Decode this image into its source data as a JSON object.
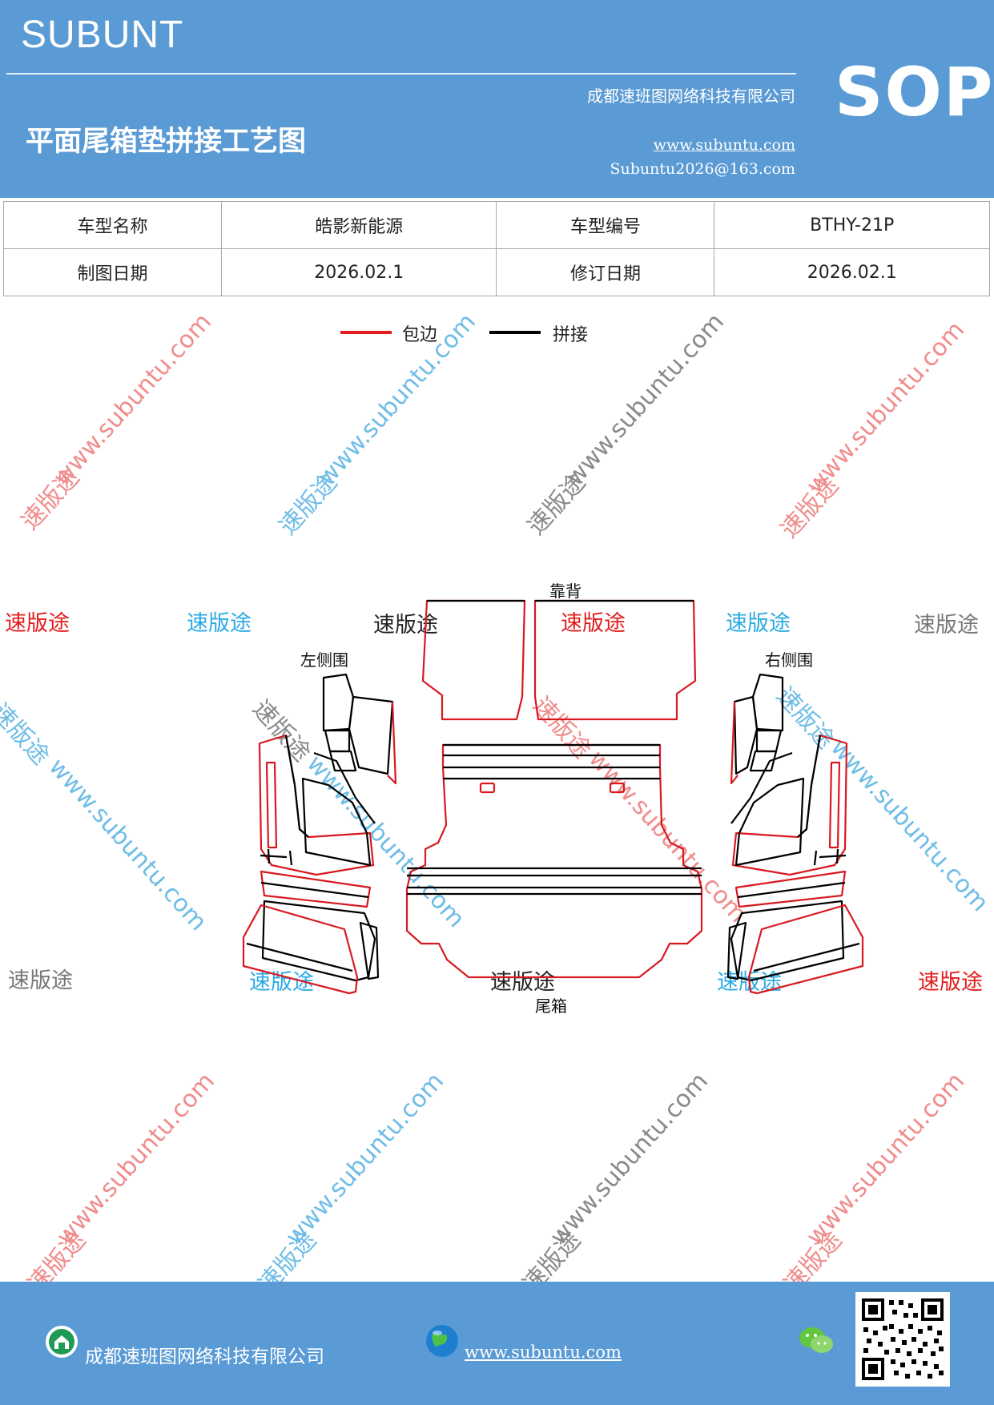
{
  "header": {
    "brand": "SUBUNT",
    "company": "成都速班图网络科技有限公司",
    "title": "平面尾箱垫拼接工艺图",
    "website": "www.subuntu.com",
    "email": "Subuntu2026@163.com",
    "badge": "SOP"
  },
  "info_table": {
    "rows": [
      [
        "车型名称",
        "皓影新能源",
        "车型编号",
        "BTHY-21P"
      ],
      [
        "制图日期",
        "2026.02.1",
        "修订日期",
        "2026.02.1"
      ]
    ]
  },
  "legend": {
    "hem_label": "包边",
    "hem_color": "#e31d1d",
    "seam_label": "拼接",
    "seam_color": "#000000"
  },
  "diagram": {
    "backrest": "靠背",
    "left_side": "左侧围",
    "right_side": "右侧围",
    "trunk": "尾箱"
  },
  "watermark": {
    "brand_cn": "速版途",
    "url": "www.subuntu.com",
    "red": "#f08c8c",
    "blue": "#6fbde6",
    "gray": "#8a8a8a"
  },
  "footer": {
    "company": "成都速班图网络科技有限公司",
    "website": "www.subuntu.com"
  }
}
